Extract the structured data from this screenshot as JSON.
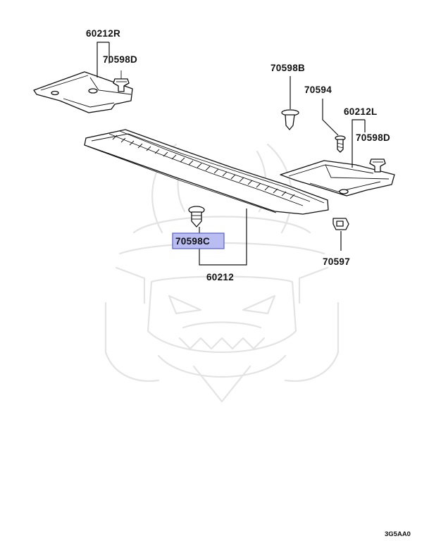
{
  "diagram": {
    "labels": {
      "p60212R": "60212R",
      "p70598D_right": "70598D",
      "p70598B": "70598B",
      "p70594": "70594",
      "p60212L": "60212L",
      "p70598D_left": "70598D",
      "p70598C": "70598C",
      "p60212": "60212",
      "p70597": "70597"
    },
    "highlighted_part": "70598C",
    "footer_code": "3G5AA0",
    "colors": {
      "highlight_fill": "#b9bdf2",
      "highlight_border": "#5a5fc4",
      "line": "#111111",
      "watermark": "#e3e3e3"
    }
  }
}
